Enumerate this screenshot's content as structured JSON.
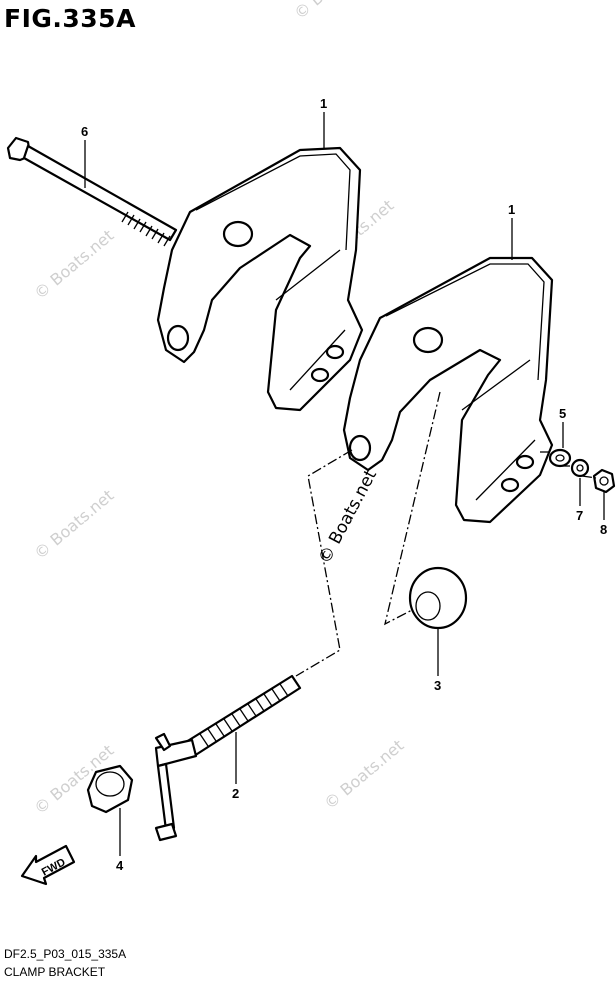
{
  "figure": {
    "title": "FIG.335A",
    "code": "DF2.5_P03_015_335A",
    "name": "CLAMP BRACKET"
  },
  "watermark": {
    "text": "© Boats.net",
    "color": "#cfcfcf"
  },
  "callouts": {
    "bracket_upper": "1",
    "bracket_lower": "1",
    "clamp_screw": "2",
    "clamp_pad": "3",
    "cap": "4",
    "washer": "5",
    "bolt": "6",
    "lock_washer": "7",
    "nut": "8"
  },
  "fwd_arrow": {
    "label": "FWD"
  }
}
